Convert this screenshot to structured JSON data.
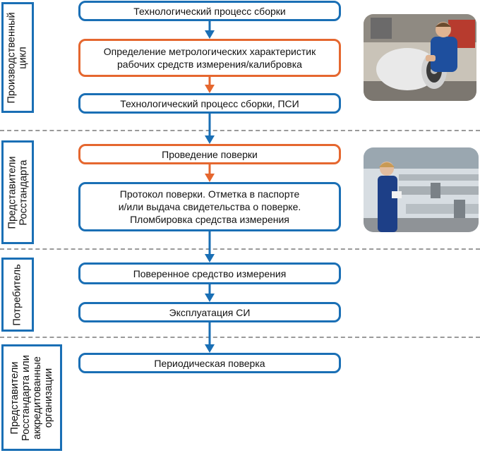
{
  "lanes": [
    {
      "label": "Производственный\nцикл"
    },
    {
      "label": "Представители\nРосстандарта"
    },
    {
      "label": "Потребитель"
    },
    {
      "label": "Представители\nРосстандарта или\nаккредитованные\nорганизации"
    }
  ],
  "steps": [
    {
      "text": "Технологический процесс сборки"
    },
    {
      "text": "Определение метрологических характеристик\nрабочих средств измерения/калибровка"
    },
    {
      "text": "Технологический процесс сборки, ПСИ"
    },
    {
      "text": "Проведение поверки"
    },
    {
      "text": "Протокол поверки. Отметка в паспорте\nи/или выдача свидетельства о поверке.\nПломбировка средства измерения"
    },
    {
      "text": "Поверенное средство измерения"
    },
    {
      "text": "Эксплуатация СИ"
    },
    {
      "text": "Периодическая поверка"
    }
  ],
  "colors": {
    "blue": "#1a6fb5",
    "orange": "#e5672f",
    "divider": "#9a9a9a"
  },
  "images": [
    {
      "subject": "worker-assembling-flow-meter-photo"
    },
    {
      "subject": "engineer-verifying-gas-meter-photo"
    }
  ]
}
